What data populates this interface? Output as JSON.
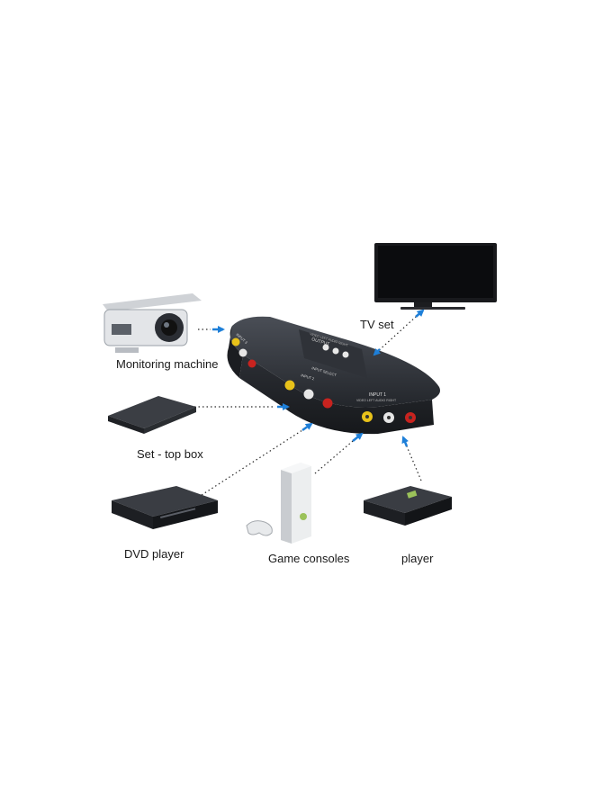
{
  "labels": {
    "monitoring_machine": "Monitoring machine",
    "tv_set": "TV set",
    "set_top_box": "Set - top box",
    "dvd_player": "DVD player",
    "game_consoles": "Game consoles",
    "player": "player"
  },
  "switch_box": {
    "output_label": "OUTPUT",
    "output_sub": "VIDEO LEFT AUDIO RIGHT",
    "input_select_label": "INPUT SELECT",
    "input2_label": "INPUT 2",
    "input3_label": "INPUT 3",
    "input1_label": "INPUT 1",
    "input_sub": "VIDEO LEFT AUDIO RIGHT"
  },
  "colors": {
    "arrow_blue": "#1e7fd8",
    "device_dark": "#2a2d33",
    "rca_yellow": "#e8c21a",
    "rca_white": "#e6e6e6",
    "rca_red": "#c8231f"
  }
}
